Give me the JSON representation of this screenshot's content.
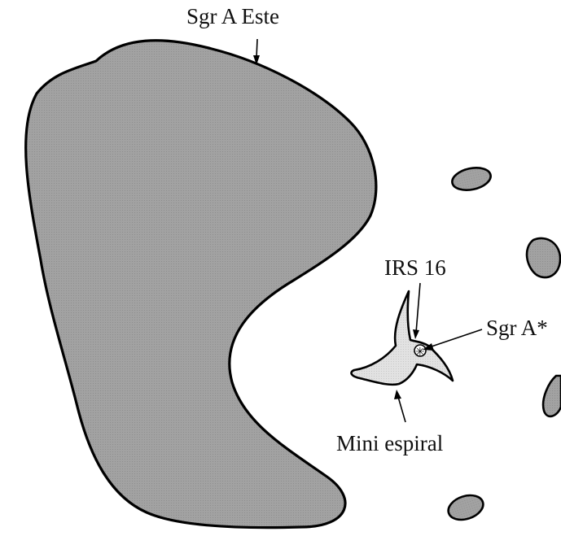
{
  "labels": {
    "sgr_a_east": "Sgr A Este",
    "irs16": "IRS 16",
    "sgr_a_star": "Sgr A*",
    "minispiral": "Mini espiral"
  }
}
